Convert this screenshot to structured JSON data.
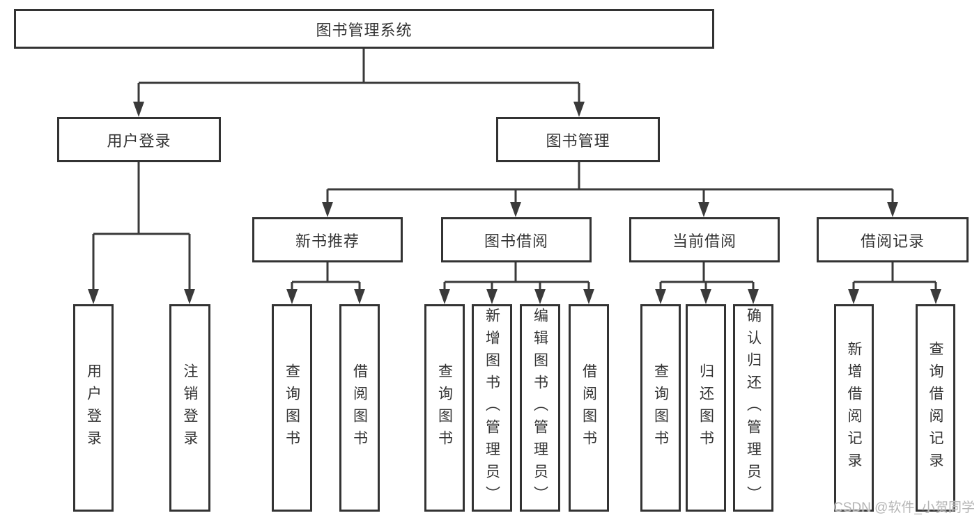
{
  "title": "图书管理系统",
  "watermark": "CSDN @软件_小贺同学",
  "colors": {
    "line": "#3a3a3a",
    "box_border": "#333333",
    "box_bg": "#ffffff",
    "text": "#333333",
    "watermark": "#b5b5b5"
  },
  "nodes": {
    "root": {
      "label": "图书管理系统"
    },
    "user_login": {
      "label": "用户登录",
      "children": [
        "用户登录",
        "注销登录"
      ]
    },
    "book_management": {
      "label": "图书管理"
    },
    "new_book_rec": {
      "label": "新书推荐",
      "children": [
        "查询图书",
        "借阅图书"
      ]
    },
    "book_borrow": {
      "label": "图书借阅",
      "children": [
        "查询图书",
        "新增图书（管理员）",
        "编辑图书（管理员）",
        "借阅图书"
      ]
    },
    "current_borrow": {
      "label": "当前借阅",
      "children": [
        "查询图书",
        "归还图书",
        "确认归还（管理员）"
      ]
    },
    "borrow_records": {
      "label": "借阅记录",
      "children": [
        "新增借阅记录",
        "查询借阅记录"
      ]
    }
  }
}
